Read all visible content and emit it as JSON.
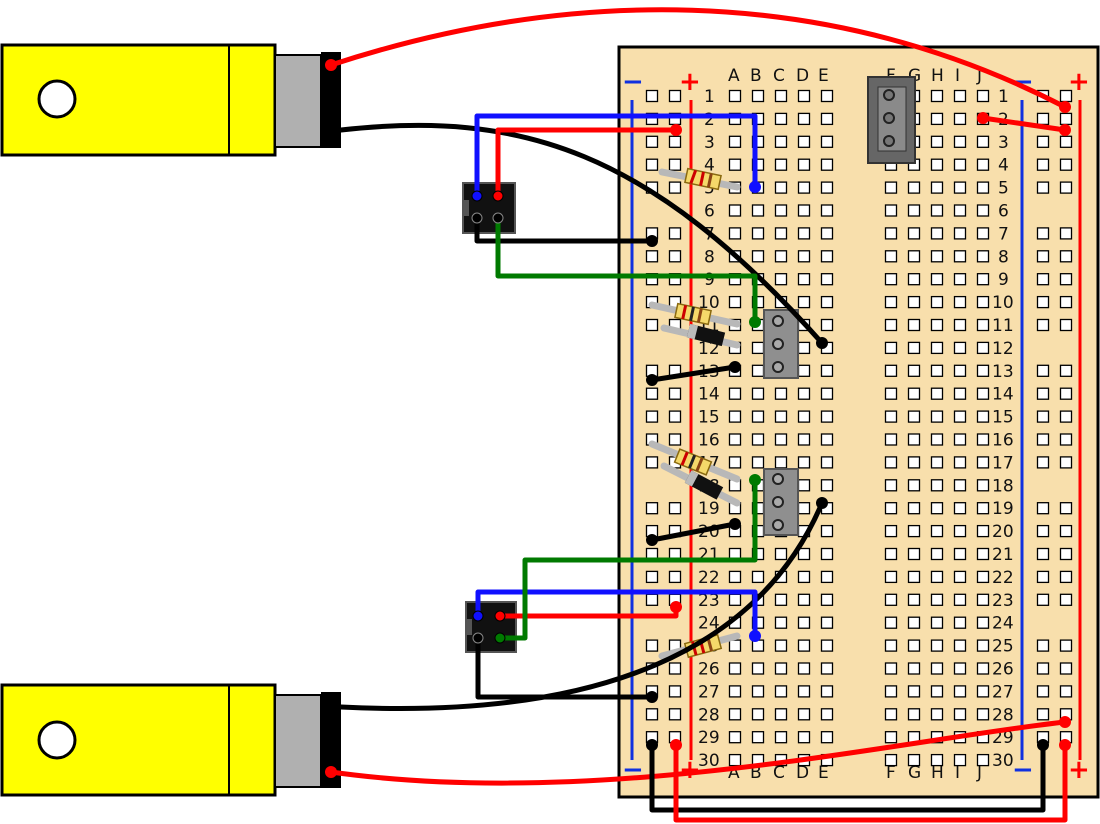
{
  "board": {
    "columns_left": [
      "A",
      "B",
      "C",
      "D",
      "E"
    ],
    "columns_right": [
      "F",
      "G",
      "H",
      "I",
      "J"
    ],
    "row_count": 30,
    "rail_minus_label": "−",
    "rail_plus_label": "+",
    "colors": {
      "board": "#f8dfac",
      "rail_minus": "#1030e0",
      "rail_plus": "#ff0000",
      "hole": "#ffffff",
      "outline": "#000000"
    }
  },
  "components": {
    "motor_color": "#ffff00",
    "motor_shaft_color": "#b0b0b0",
    "wire_colors": {
      "red": "#ff0000",
      "black": "#000000",
      "blue": "#1010ff",
      "green": "#007a00",
      "resistor_lead": "#b8b8b8"
    },
    "icons": [
      "motor-icon",
      "transistor-icon",
      "resistor-icon",
      "diode-icon",
      "connector-icon",
      "voltage-regulator-icon"
    ]
  }
}
